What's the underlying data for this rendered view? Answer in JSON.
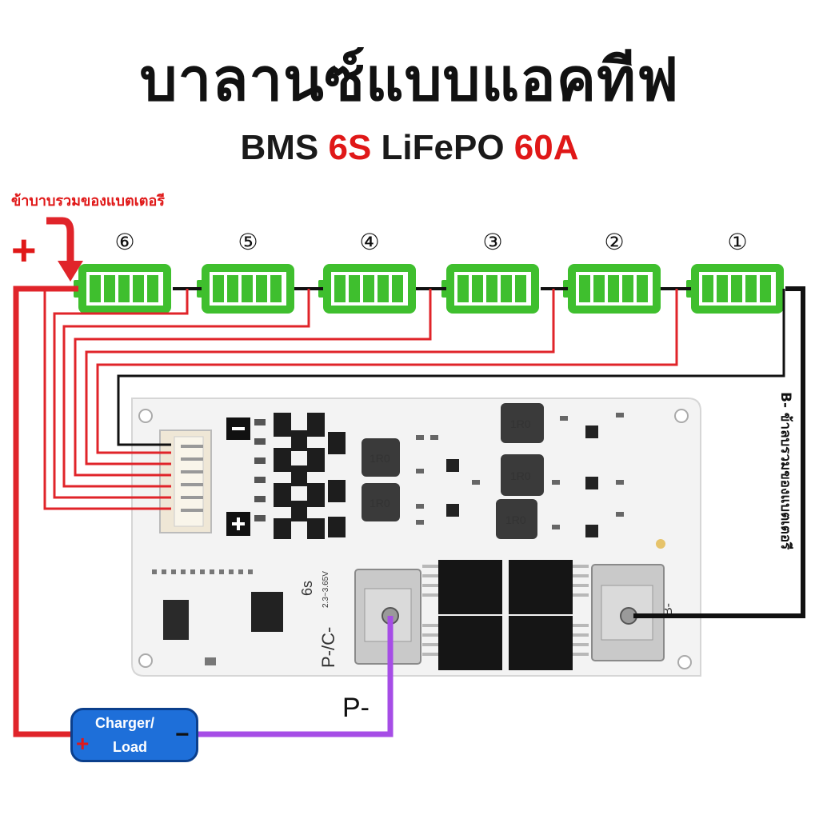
{
  "title": "บาลานซ์แบบแอคทีฟ",
  "subtitle": {
    "part1": "BMS ",
    "part2": "6S",
    "part3": " LiFePO ",
    "part4": "60A"
  },
  "labels": {
    "battery_positive": "ข้าบาบรวมของแบตเตอรี",
    "plus_sign": "+",
    "battery_negative": "B- ข้าลบรวมของแบตเตอรี",
    "p_minus": "P-",
    "board_cells": "6s",
    "board_voltage": "2.3~3.65V",
    "board_pc": "P-/C-",
    "board_b": "B-",
    "inductor": "1R0"
  },
  "cells": [
    "⑥",
    "⑤",
    "④",
    "③",
    "②",
    "①"
  ],
  "charger": {
    "line1": "Charger/",
    "line2": "Load",
    "plus": "+",
    "minus": "−"
  },
  "colors": {
    "red_wire": "#e0242a",
    "black_wire": "#111111",
    "purple_wire": "#a64de6",
    "battery_green": "#3fbf2e",
    "charger_blue": "#1e6fd9"
  }
}
